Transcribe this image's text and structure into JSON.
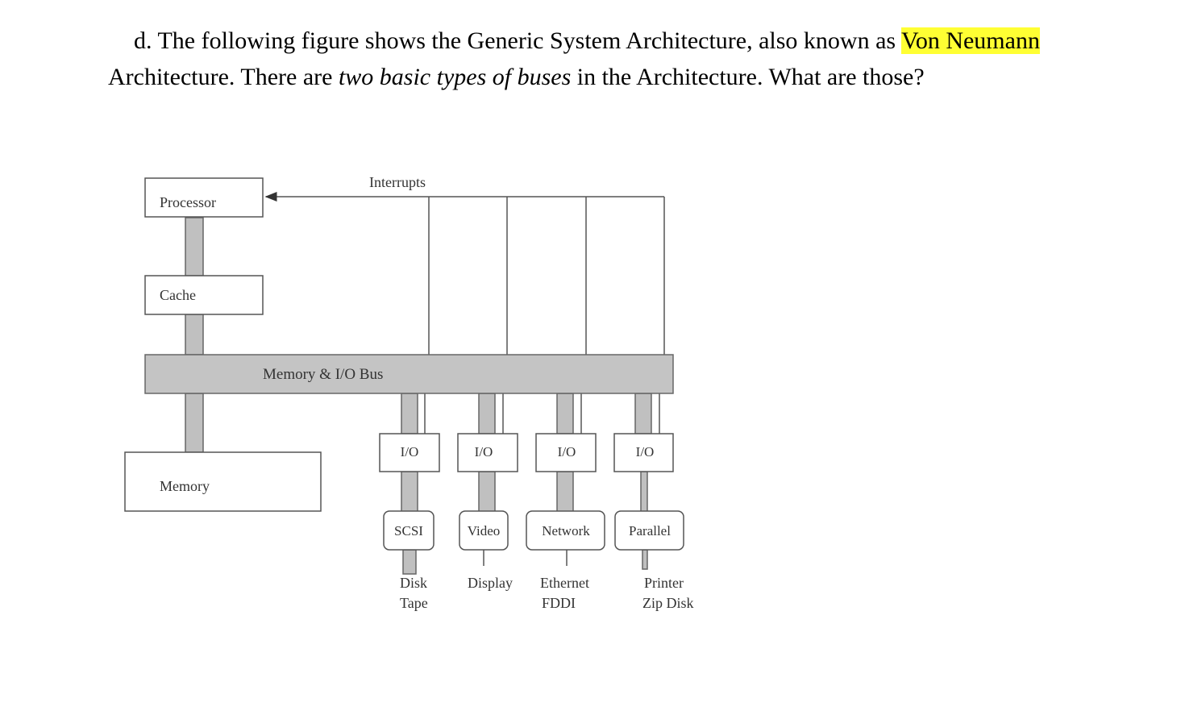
{
  "question": {
    "prefix": "d. The following figure shows the Generic System Architecture, also known as ",
    "highlight": "Von Neumann",
    "line2_start": "Architecture. There are ",
    "emphasis": "two basic types of buses",
    "line2_end": " in the Architecture. What are those?"
  },
  "diagram": {
    "processor": "Processor",
    "cache": "Cache",
    "memory": "Memory",
    "interrupts": "Interrupts",
    "bus": "Memory & I/O Bus",
    "io_controllers": [
      "I/O",
      "I/O",
      "I/O",
      "I/O"
    ],
    "adapters": [
      "SCSI",
      "Video",
      "Network",
      "Parallel"
    ],
    "devices": [
      [
        "Disk",
        "Tape"
      ],
      [
        "Display"
      ],
      [
        "Ethernet",
        "FDDI"
      ],
      [
        "Printer",
        "Zip Disk"
      ]
    ]
  }
}
